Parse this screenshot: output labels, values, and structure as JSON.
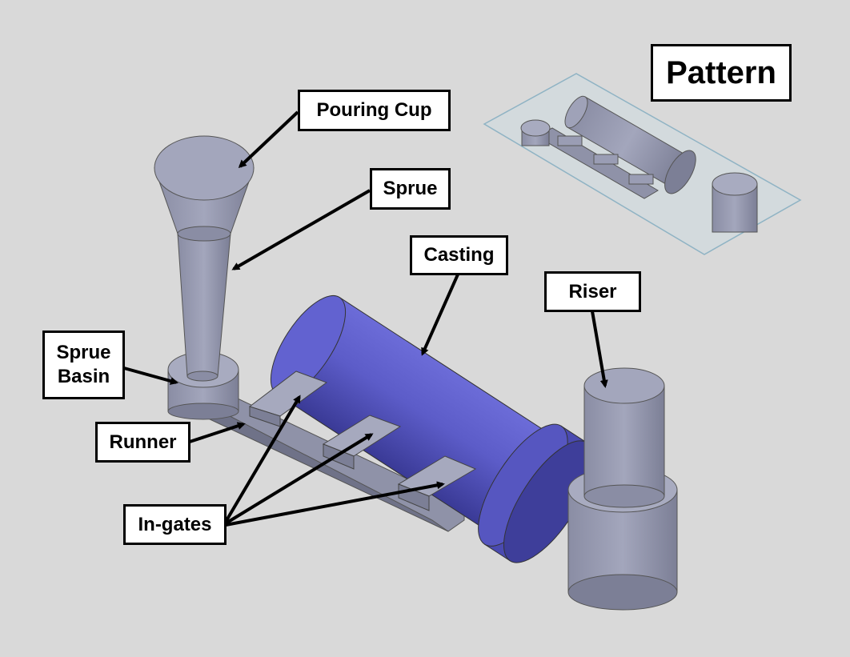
{
  "labels": {
    "pattern": "Pattern",
    "pouring_cup": "Pouring Cup",
    "sprue": "Sprue",
    "casting": "Casting",
    "riser": "Riser",
    "sprue_basin_line1": "Sprue",
    "sprue_basin_line2": "Basin",
    "runner": "Runner",
    "in_gates": "In-gates"
  },
  "colors": {
    "background": "#d9d9d9",
    "part_gray": "#9a9db4",
    "casting_blue": "#5b5bc4",
    "arrow": "#000000"
  }
}
